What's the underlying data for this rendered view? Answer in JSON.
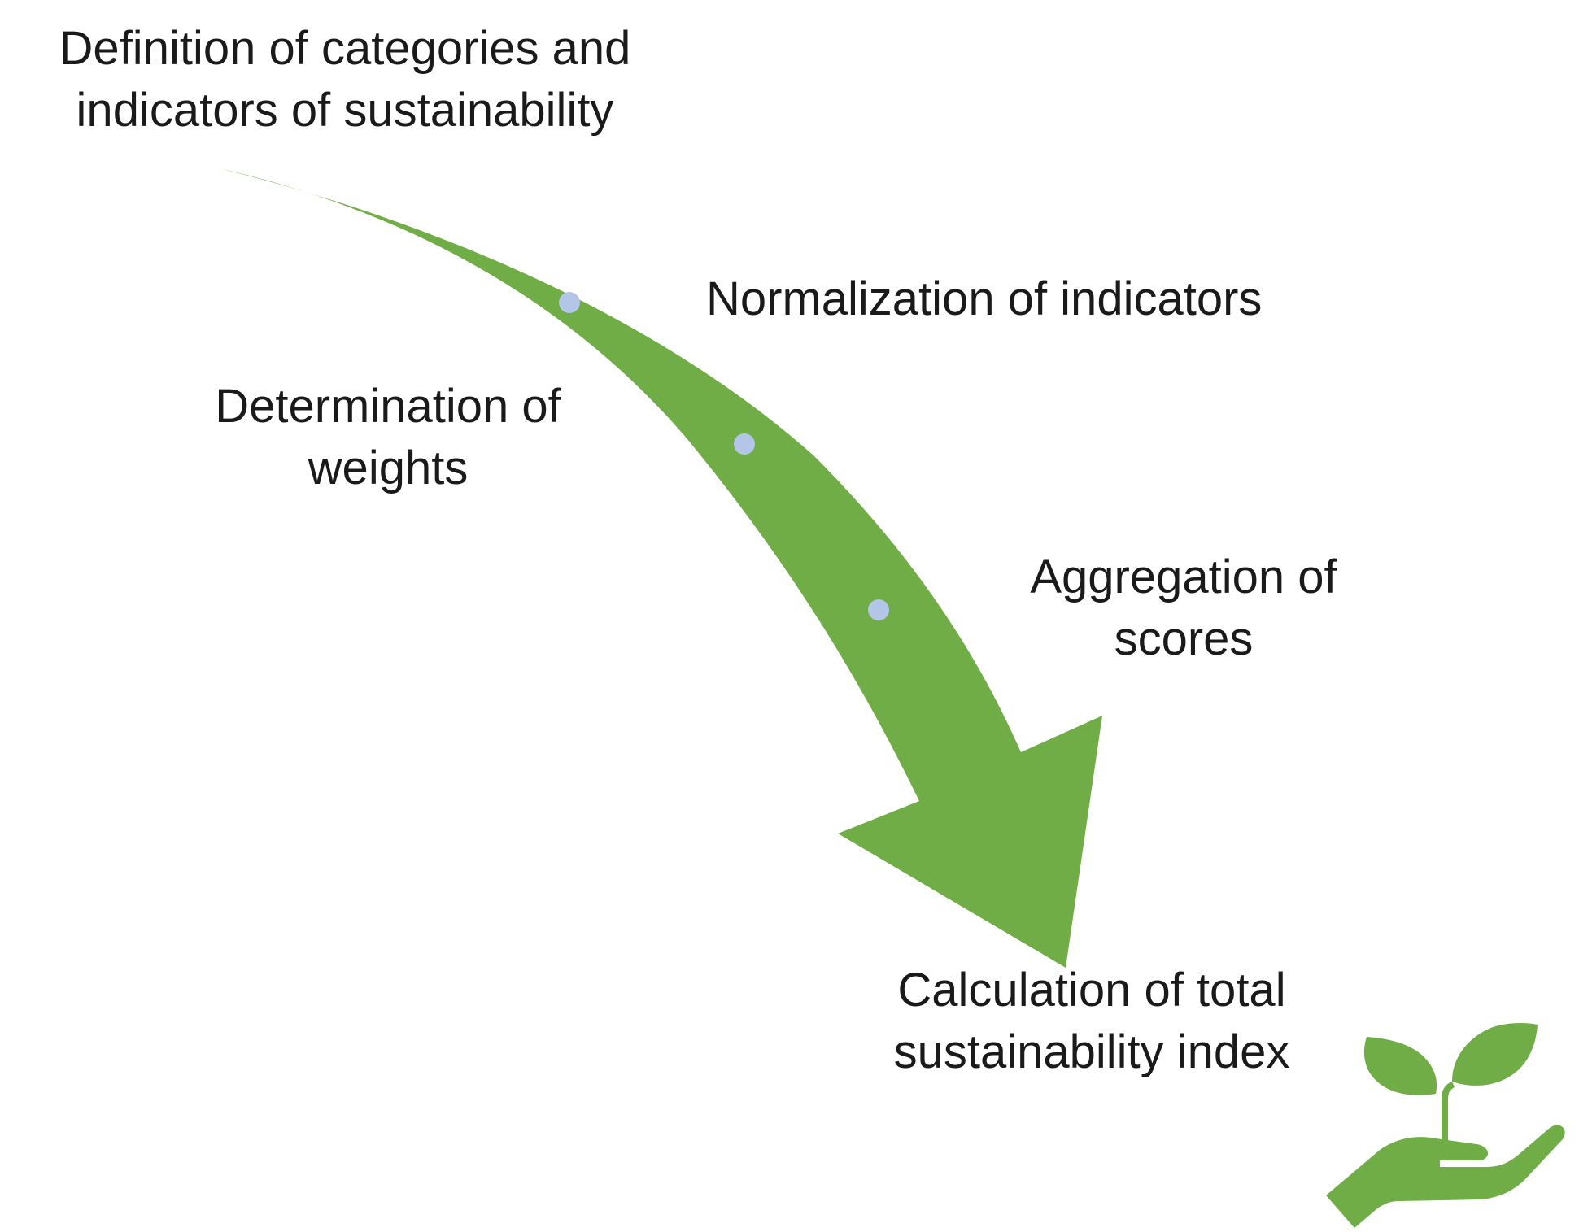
{
  "colors": {
    "arrow": "#70ad47",
    "dot": "#b4c6e7",
    "text": "#1a1a1a"
  },
  "steps": [
    {
      "line1": "Definition of categories and",
      "line2": "indicators of sustainability"
    },
    {
      "line1": "Normalization of indicators",
      "line2": ""
    },
    {
      "line1": "Determination of",
      "line2": "weights"
    },
    {
      "line1": "Aggregation of",
      "line2": "scores"
    },
    {
      "line1": "Calculation of total",
      "line2": "sustainability index"
    }
  ],
  "icons": {
    "arrow": "curved-arrow-icon",
    "plant": "plant-in-hand-icon"
  }
}
